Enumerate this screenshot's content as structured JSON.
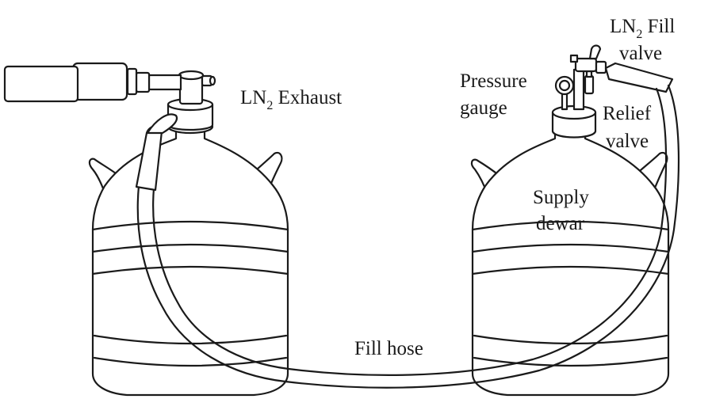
{
  "labels": {
    "ln2_exhaust": {
      "main": "LN",
      "sub": "2",
      "rest": " Exhaust"
    },
    "ln2_fill": {
      "main": "LN",
      "sub": "2",
      "rest": " Fill",
      "line2": "valve"
    },
    "pressure_gauge": {
      "line1": "Pressure",
      "line2": "gauge"
    },
    "relief_valve": {
      "line1": "Relief",
      "line2": "valve"
    },
    "supply_dewar": {
      "line1": "Supply",
      "line2": "dewar"
    },
    "fill_hose": "Fill hose"
  }
}
